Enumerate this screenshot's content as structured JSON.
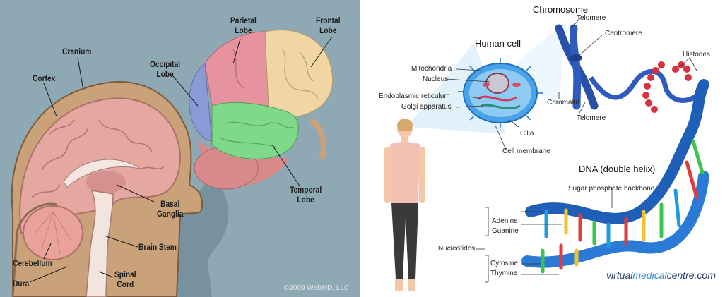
{
  "brain_panel": {
    "labels": {
      "cranium": "Cranium",
      "cortex": "Cortex",
      "parietal": [
        "Parietal",
        "Lobe"
      ],
      "frontal": [
        "Frontal",
        "Lobe"
      ],
      "occipital": [
        "Occipital",
        "Lobe"
      ],
      "temporal": [
        "Temporal",
        "Lobe"
      ],
      "basal": [
        "Basal",
        "Ganglia"
      ],
      "brain_stem": "Brain Stem",
      "cerebellum": "Cerebellum",
      "dura": "Dura",
      "spinal": [
        "Spinal",
        "Cord"
      ]
    },
    "copyright": "©2009 WebMD, LLC",
    "colors": {
      "background": "#8fa9b4",
      "cortex": "#e4a8a0",
      "parietal": "#e6939f",
      "frontal": "#f1d6a4",
      "occipital": "#8a9ad6",
      "temporal": "#7fd98a",
      "cerebellum": "#e9a29a"
    }
  },
  "dna_panel": {
    "titles": {
      "chromosome": "Chromosome",
      "human_cell": "Human cell",
      "dna": "DNA (double helix)"
    },
    "labels": {
      "telomere_top": "Telomere",
      "centromere": "Centromere",
      "histones": "Histones",
      "chromatid": "Chromatid",
      "telomere_bottom": "Telomere",
      "mitochondria": "Mitochondria",
      "nucleus": "Nucleus",
      "er": "Endoplasmic reticulum",
      "golgi": "Golgi apparatus",
      "cilia": "Cilia",
      "cell_membrane": "Cell membrane",
      "backbone": "Sugar phosphate backbone",
      "adenine": "Adenine",
      "guanine": "Guanine",
      "nucleotides": "Nucleotides",
      "cytosine": "Cytosine",
      "thymine": "Thymine"
    },
    "brand": {
      "part1": "virtual",
      "part2": "medical",
      "part3": "centre.com"
    },
    "colors": {
      "helix": "#1f5fb8",
      "cell": "#4aa3e8",
      "adenine": "#1e9be0",
      "guanine": "#f2c12e",
      "cytosine": "#e33b3b",
      "thymine": "#3cc44a",
      "histones": "#d9323f"
    }
  }
}
